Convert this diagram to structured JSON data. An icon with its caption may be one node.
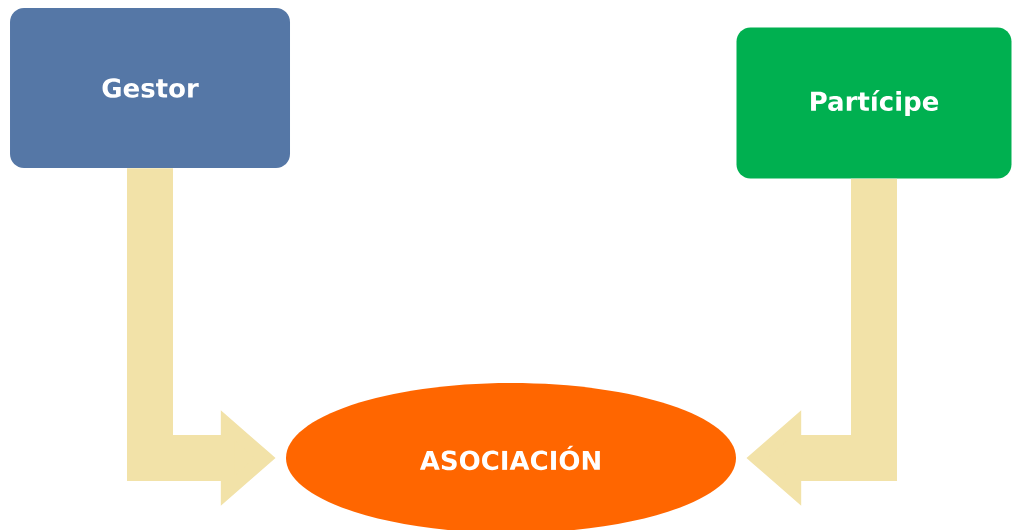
{
  "diagram": {
    "nodes": [
      {
        "text": [
          "Gestor"
        ]
      },
      {
        "text": [
          "Partícipe"
        ]
      },
      {
        "text": [
          "ASOCIACIÓN"
        ]
      }
    ],
    "edges": [
      {
        "from": 0,
        "to": 2,
        "arrow": "to"
      },
      {
        "from": 1,
        "to": 2,
        "arrow": "to"
      }
    ]
  }
}
